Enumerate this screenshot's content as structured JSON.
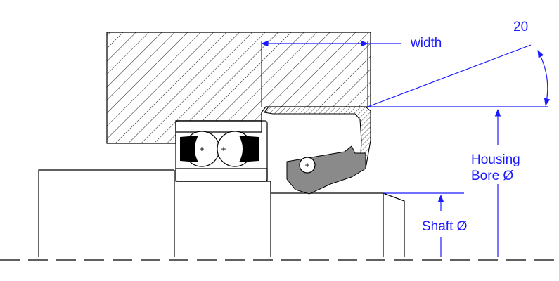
{
  "labels": {
    "width": "width",
    "angle": "20",
    "housing_bore_line1": "Housing",
    "housing_bore_line2": "Bore Ø",
    "shaft": "Shaft Ø"
  },
  "colors": {
    "line": "#000000",
    "dimension": "#1a1aff",
    "seal_lip": "#8a8a8a",
    "ball_seal": "#000000",
    "background": "#ffffff"
  }
}
